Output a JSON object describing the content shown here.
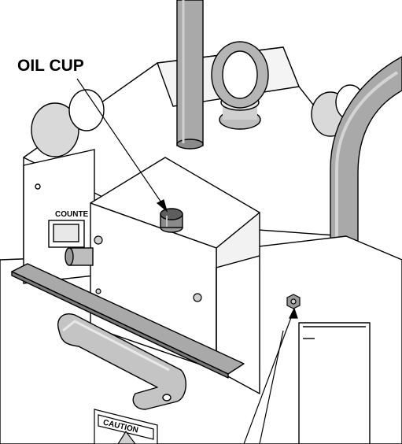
{
  "callouts": {
    "oil_cup": "OIL CUP"
  },
  "labels": {
    "counter_plate": "COUNTE",
    "caution_plate": "CAUTION"
  },
  "colors": {
    "line": "#000000",
    "body": "#ffffff",
    "shadow": "#cfcfcf",
    "metal": "#a9a9a9",
    "dark": "#6e6e6e"
  }
}
